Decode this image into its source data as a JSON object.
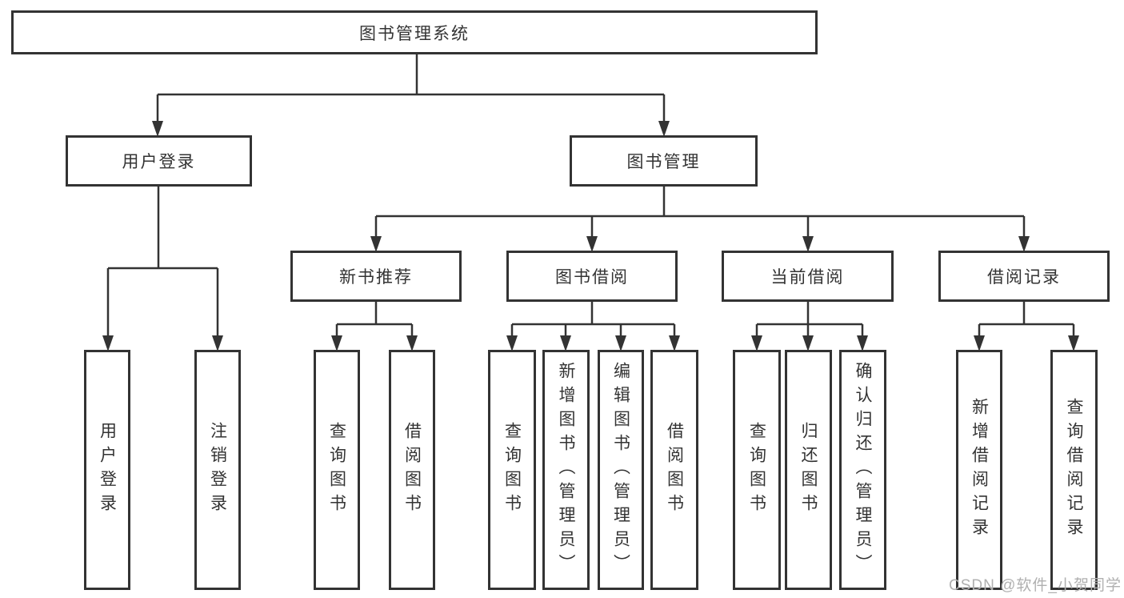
{
  "diagram": {
    "title": "图书管理系统",
    "watermark": "CSDN @软件_小贺同学",
    "colors": {
      "line": "#333333",
      "text": "#333333",
      "box_background": "#ffffff",
      "watermark": "#b0b0b0",
      "background": "#ffffff"
    },
    "root": {
      "label": "图书管理系统",
      "children": [
        {
          "label": "用户登录",
          "children": [
            {
              "label": "用户登录"
            },
            {
              "label": "注销登录"
            }
          ]
        },
        {
          "label": "图书管理",
          "children": [
            {
              "label": "新书推荐",
              "children": [
                {
                  "label": "查询图书"
                },
                {
                  "label": "借阅图书"
                }
              ]
            },
            {
              "label": "图书借阅",
              "children": [
                {
                  "label": "查询图书"
                },
                {
                  "label": "新增图书（管理员）"
                },
                {
                  "label": "编辑图书（管理员）"
                },
                {
                  "label": "借阅图书"
                }
              ]
            },
            {
              "label": "当前借阅",
              "children": [
                {
                  "label": "查询图书"
                },
                {
                  "label": "归还图书"
                },
                {
                  "label": "确认归还（管理员）"
                }
              ]
            },
            {
              "label": "借阅记录",
              "children": [
                {
                  "label": "新增借阅记录"
                },
                {
                  "label": "查询借阅记录"
                }
              ]
            }
          ]
        }
      ]
    }
  }
}
